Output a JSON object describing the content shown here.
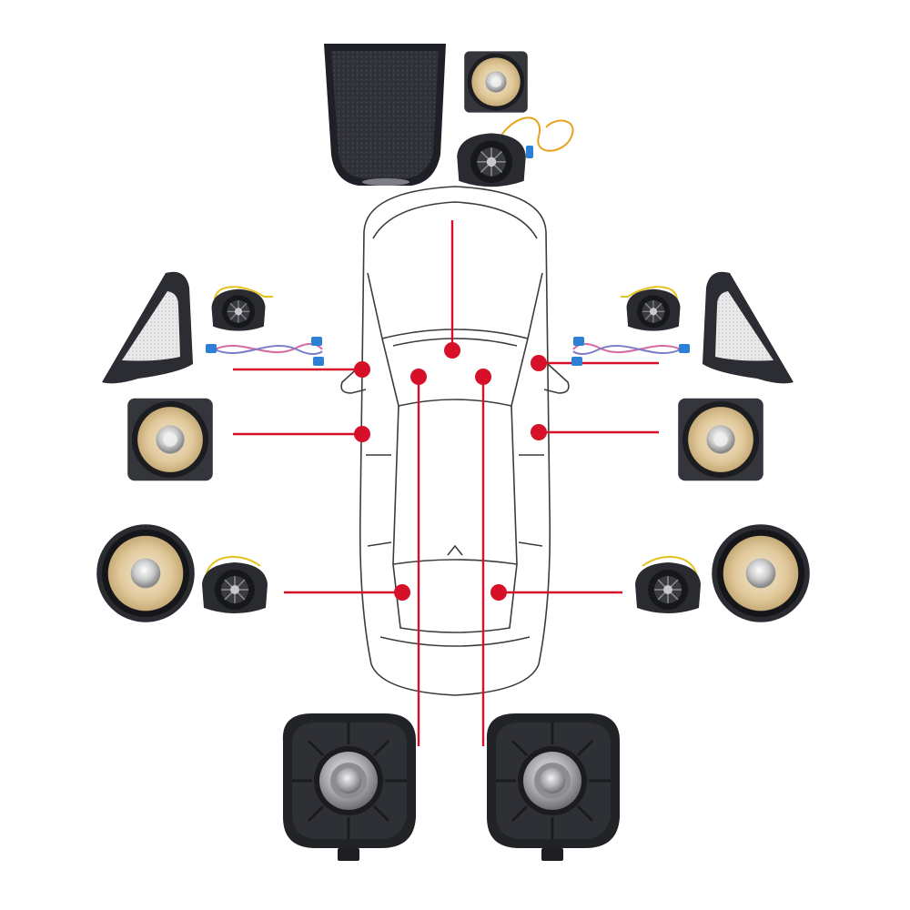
{
  "colors": {
    "accent": "#d7102a",
    "outline": "#444444",
    "speaker_rim": "#26272c",
    "speaker_cone": "#e2cda3",
    "speaker_dome": "#c9c9c9",
    "grille_mesh": "#2f3038",
    "wire_yellow": "#e7c21e",
    "wire_pink": "#d66aa0",
    "wire_blue": "#2e7fd6"
  },
  "components": [
    {
      "id": "center-dashboard-speaker",
      "icon": "center-grille-icon"
    },
    {
      "id": "center-midrange-speaker",
      "icon": "midrange-speaker-icon"
    },
    {
      "id": "center-tweeter",
      "icon": "tweeter-icon"
    },
    {
      "id": "front-left-tweeter",
      "icon": "tweeter-icon"
    },
    {
      "id": "front-right-tweeter",
      "icon": "tweeter-icon"
    },
    {
      "id": "front-left-door-speaker",
      "icon": "midrange-speaker-icon"
    },
    {
      "id": "front-right-door-speaker",
      "icon": "midrange-speaker-icon"
    },
    {
      "id": "rear-left-door-speaker",
      "icon": "midrange-speaker-icon"
    },
    {
      "id": "rear-right-door-speaker",
      "icon": "midrange-speaker-icon"
    },
    {
      "id": "left-underseat-subwoofer",
      "icon": "subwoofer-icon"
    },
    {
      "id": "right-underseat-subwoofer",
      "icon": "subwoofer-icon"
    }
  ]
}
